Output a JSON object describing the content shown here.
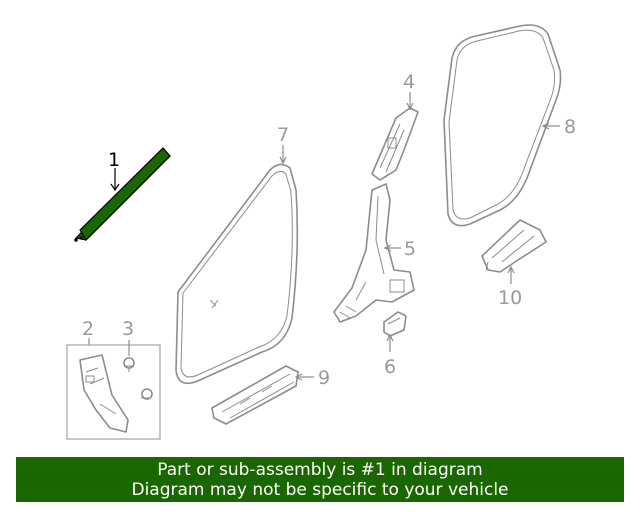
{
  "labels": {
    "p1": "1",
    "p2": "2",
    "p3": "3",
    "p4": "4",
    "p5": "5",
    "p6": "6",
    "p7": "7",
    "p8": "8",
    "p9": "9",
    "p10": "10"
  },
  "banner": {
    "line1": "Part or sub-assembly is #1 in diagram",
    "line2": "Diagram may not be specific to your vehicle"
  },
  "colors": {
    "highlight": "#1a6600",
    "part_outline": "#8c8c8c",
    "label_gray": "#999999",
    "label_active": "#000000"
  }
}
